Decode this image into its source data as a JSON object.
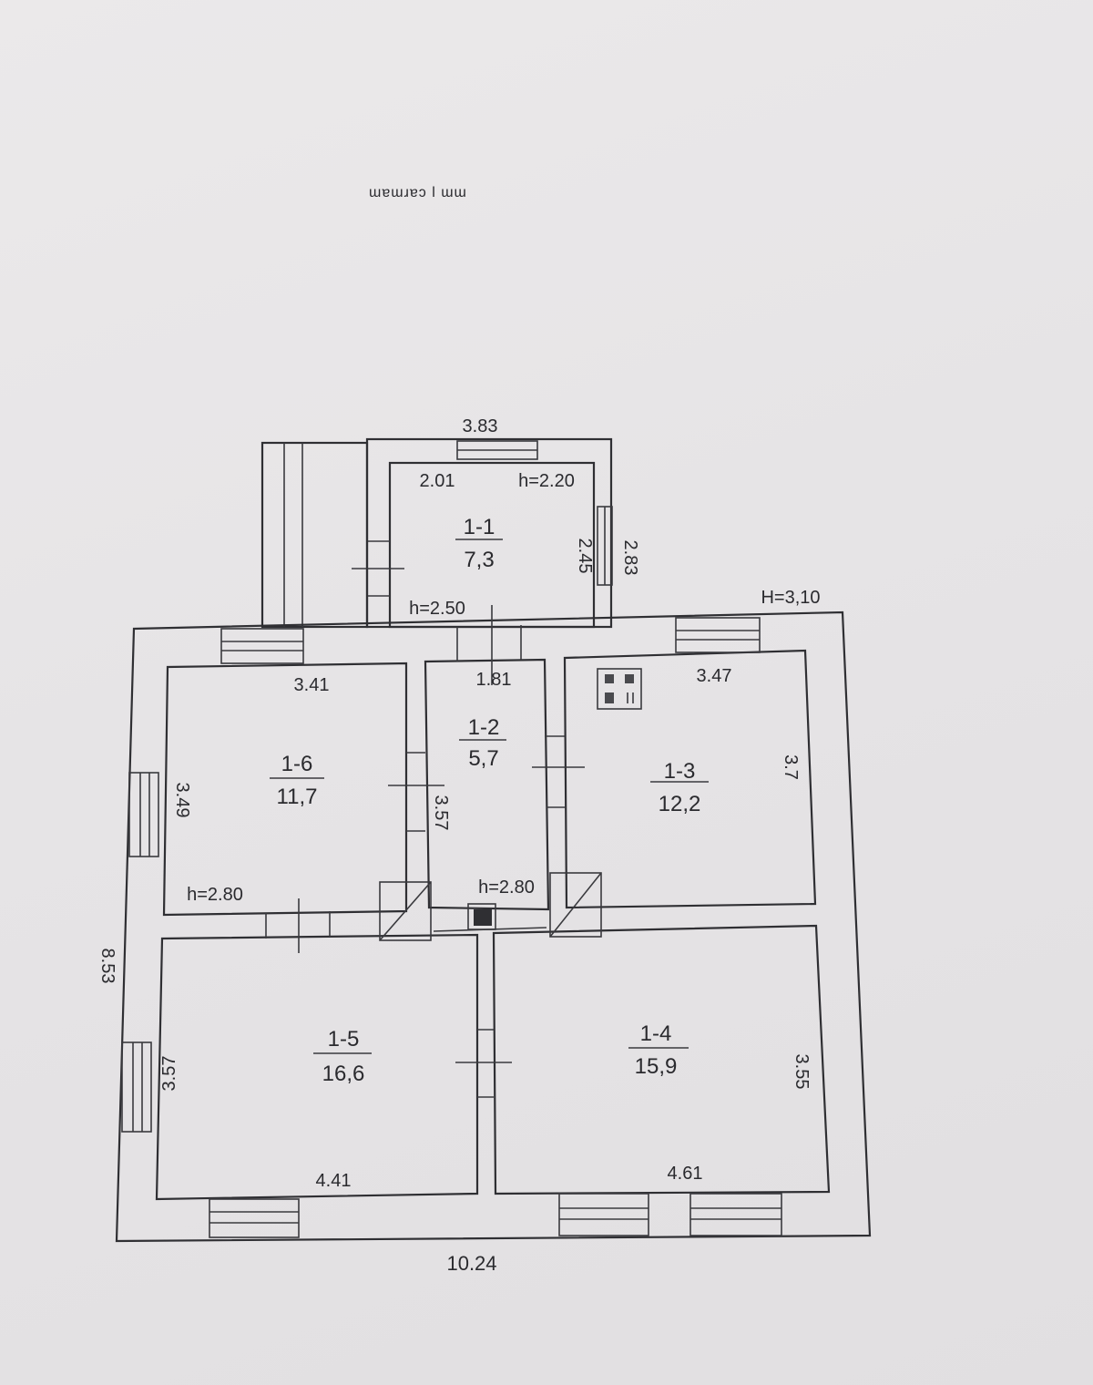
{
  "header_text": "ɯɐɯɹɐɔ l ɯɯ",
  "dimensions": {
    "top_overall": "3.83",
    "outer_height_right": "2.83",
    "left_overall": "8.53",
    "bottom_overall": "10.24",
    "height_right": "H=3,10",
    "r11_width": "2.01",
    "r11_height_top": "h=2.20",
    "r11_side": "2.45",
    "r11_height_bottom": "h=2.50",
    "r16_width": "3.41",
    "r16_side": "3.49",
    "r16_height": "h=2.80",
    "r12_width": "1.81",
    "r12_side": "3.57",
    "r12_height": "h=2.80",
    "r13_width": "3.47",
    "r13_side": "3.7",
    "r15_side": "3.57",
    "r15_width": "4.41",
    "r14_side": "3.55",
    "r14_width": "4.61"
  },
  "rooms": [
    {
      "id": "1-1",
      "area": "7,3"
    },
    {
      "id": "1-2",
      "area": "5,7"
    },
    {
      "id": "1-3",
      "area": "12,2"
    },
    {
      "id": "1-4",
      "area": "15,9"
    },
    {
      "id": "1-5",
      "area": "16,6"
    },
    {
      "id": "1-6",
      "area": "11,7"
    }
  ],
  "colors": {
    "line": "#2f2f33",
    "paper": "#e7e5e7"
  }
}
